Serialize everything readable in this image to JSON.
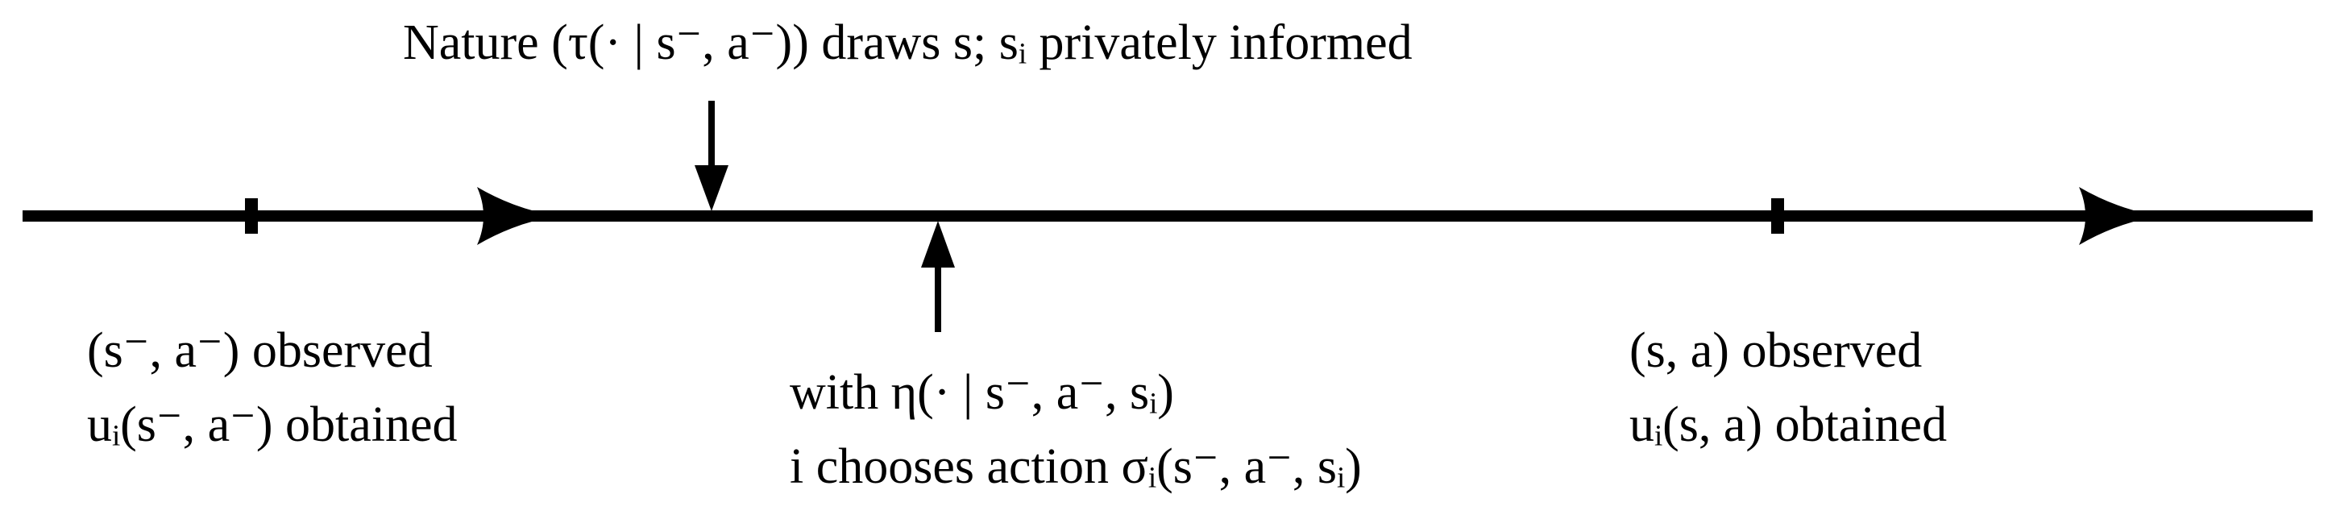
{
  "timeline": {
    "nature_label": "Nature (τ(· | s⁻, a⁻)) draws s; sᵢ privately informed",
    "prev_observed": "(s⁻, a⁻) observed",
    "prev_utility": "uᵢ(s⁻, a⁻) obtained",
    "belief_label": "with η(· | s⁻, a⁻, sᵢ)",
    "choice_label": "i chooses action σᵢ(s⁻, a⁻, sᵢ)",
    "curr_observed": "(s, a) observed",
    "curr_utility": "uᵢ(s, a) obtained"
  },
  "colors": {
    "line": "#000000",
    "background": "#ffffff"
  }
}
